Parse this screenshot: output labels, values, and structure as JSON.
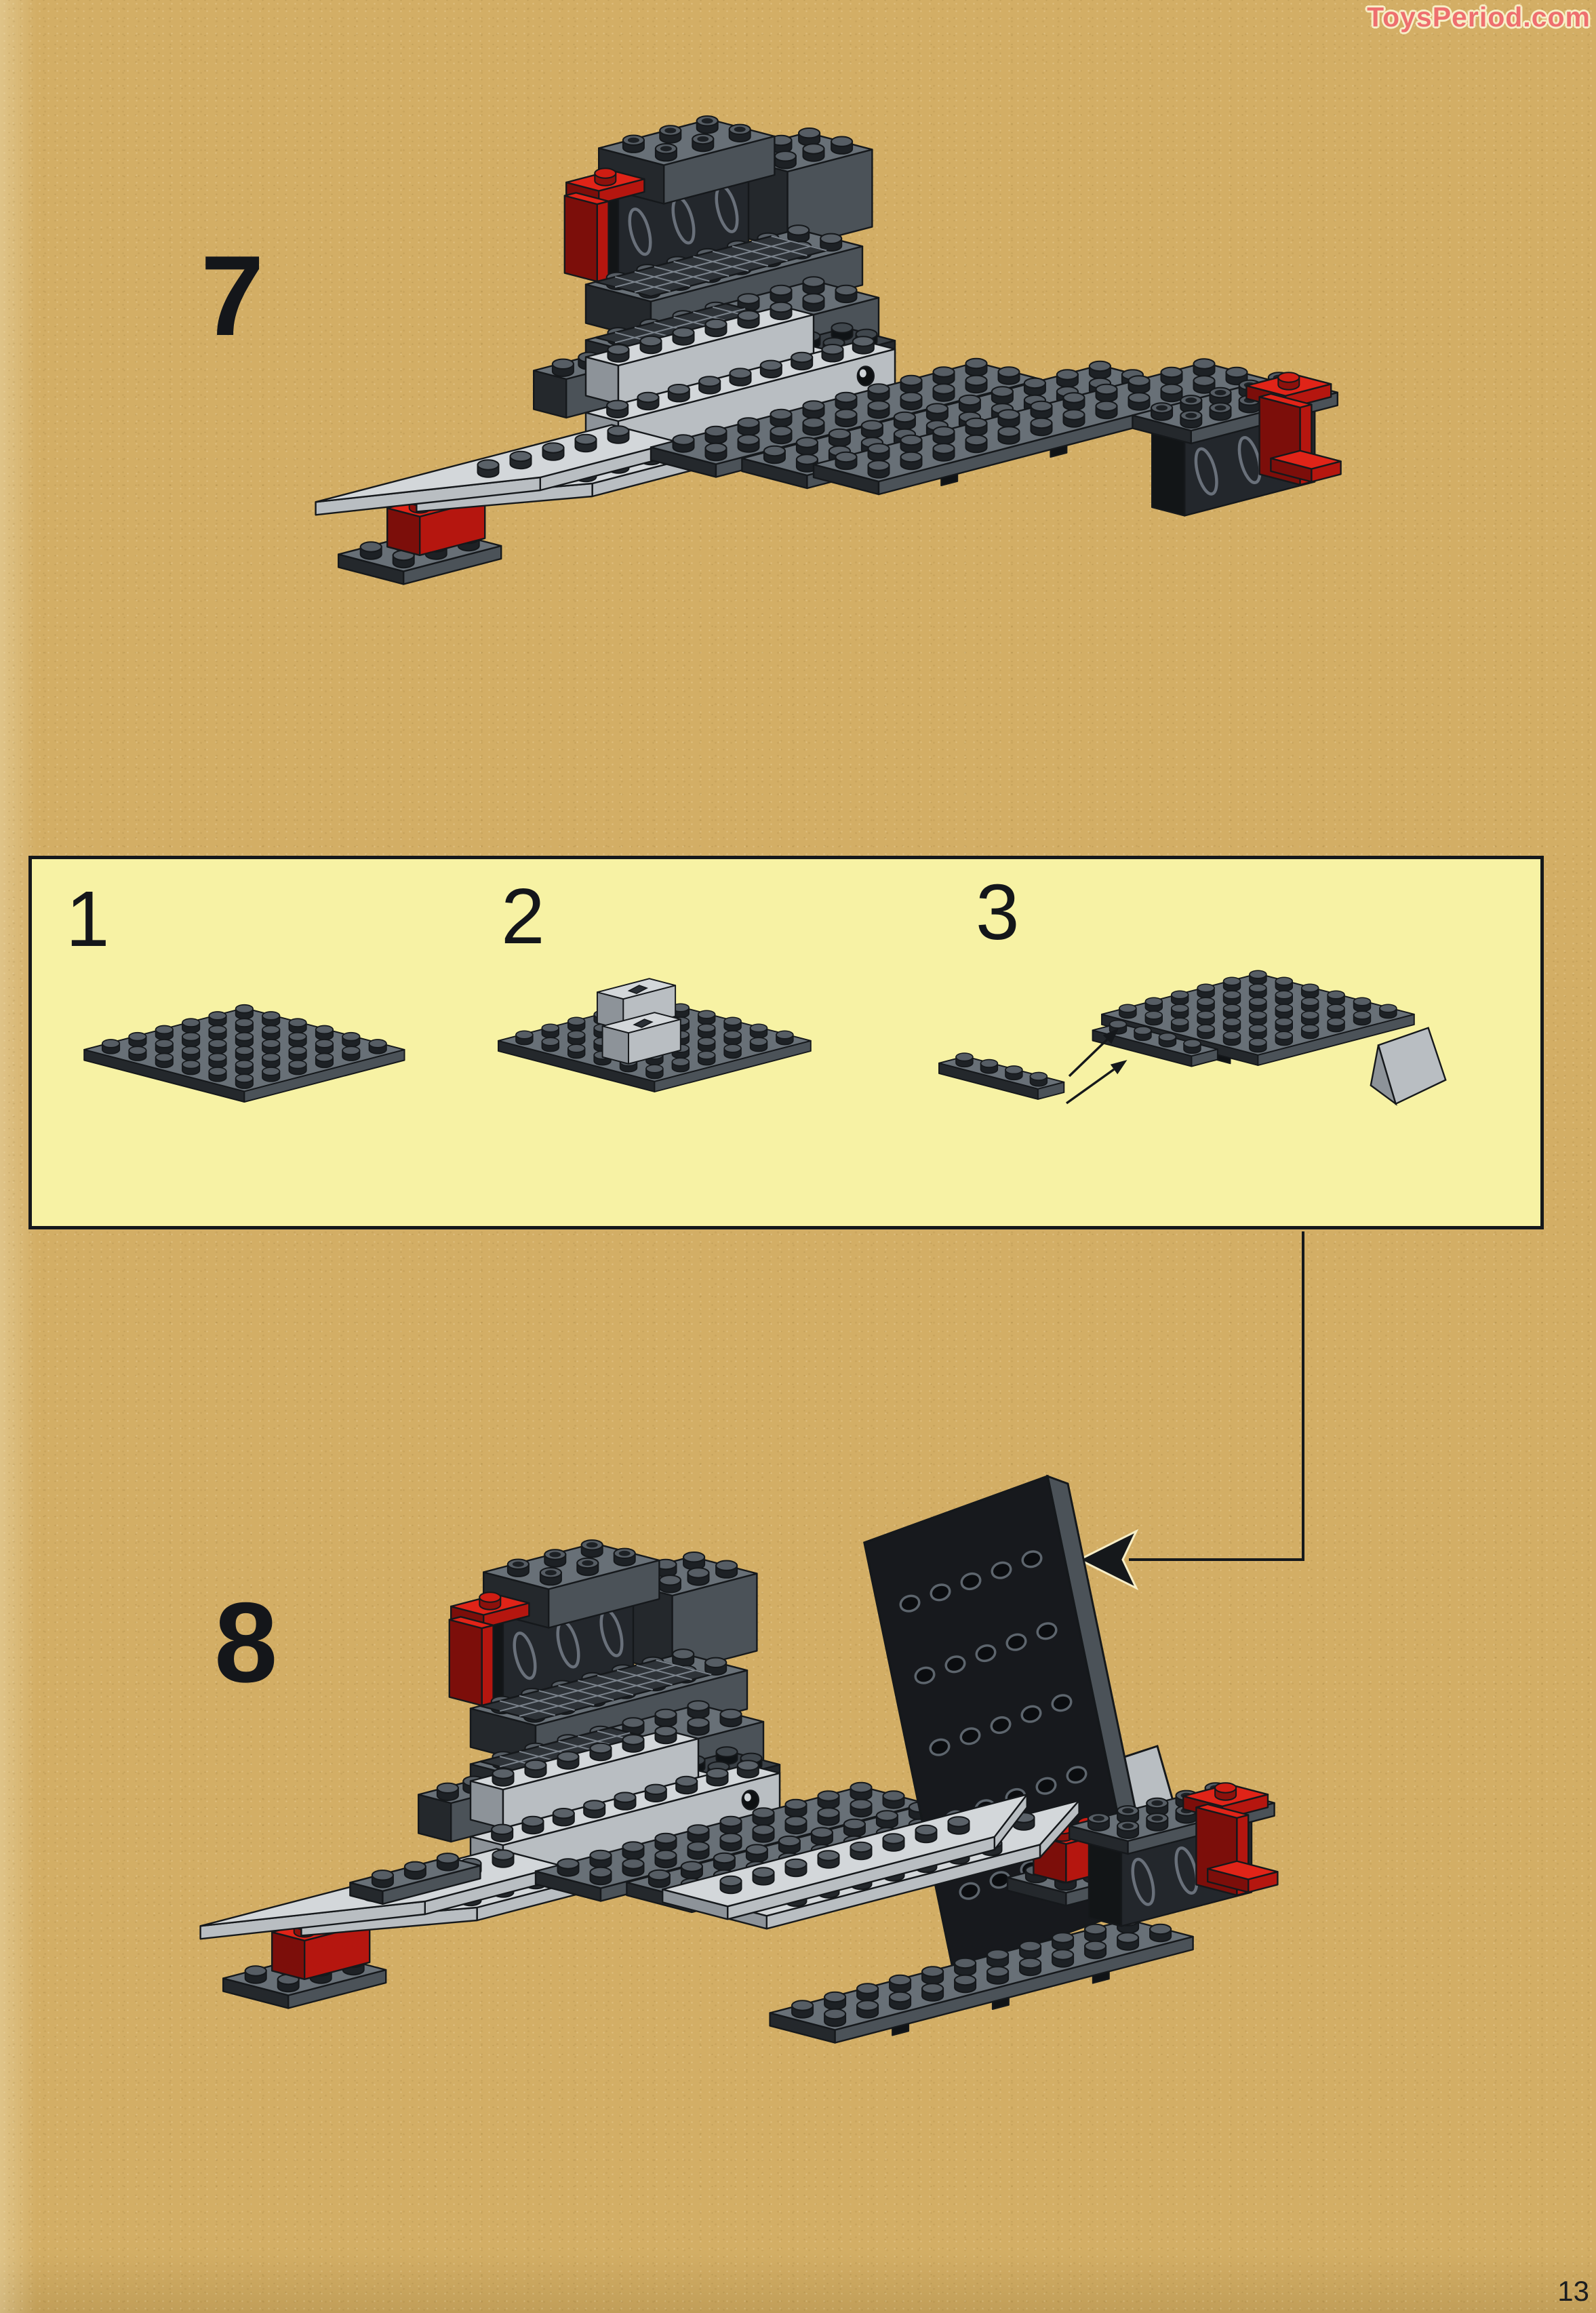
{
  "watermark": {
    "text": "ToysPeriod.com"
  },
  "page": {
    "number": "13"
  },
  "steps": {
    "step7": {
      "label": "7"
    },
    "step8": {
      "label": "8"
    }
  },
  "inset": {
    "substeps": [
      {
        "label": "1"
      },
      {
        "label": "2"
      },
      {
        "label": "3"
      }
    ]
  },
  "icons": {
    "assembly_arrow": "solid-left-arrowhead",
    "attach_arrow": "solid-right-arrowhead"
  },
  "palette": {
    "paper": "#d3ae65",
    "inset_bg": "#f7f2a4",
    "ink": "#15181b",
    "watermark_fill": "#ee6f6f",
    "watermark_outline": "#f8efc8",
    "lego_red": "#e02418",
    "lego_red_side": "#b5160f",
    "lego_red_shadow": "#7c0e0a",
    "dark_gray_top": "#687077",
    "dark_gray_side": "#4b5258",
    "dark_gray_shadow": "#24282c",
    "light_gray_top": "#d3d7da",
    "light_gray_side": "#b9bec2",
    "light_gray_shadow": "#8d9399",
    "black_top": "#3a4046",
    "black_side": "#23272c",
    "black_shadow": "#121517"
  }
}
